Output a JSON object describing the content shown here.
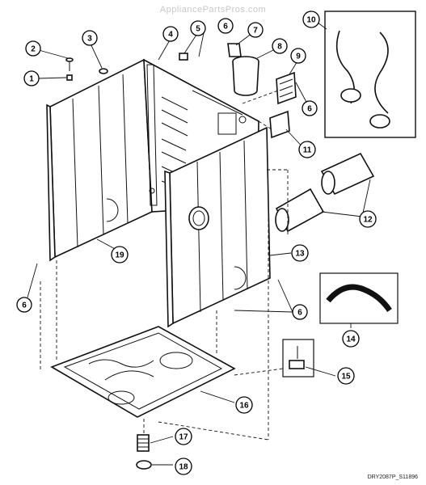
{
  "watermark": "AppliancePartsPros.com",
  "doc_id": "DRY2087P_S11896",
  "callouts": [
    "1",
    "2",
    "3",
    "4",
    "5",
    "6",
    "7",
    "8",
    "9",
    "10",
    "6",
    "11",
    "12",
    "13",
    "6",
    "6",
    "14",
    "15",
    "16",
    "17",
    "18",
    "19"
  ]
}
